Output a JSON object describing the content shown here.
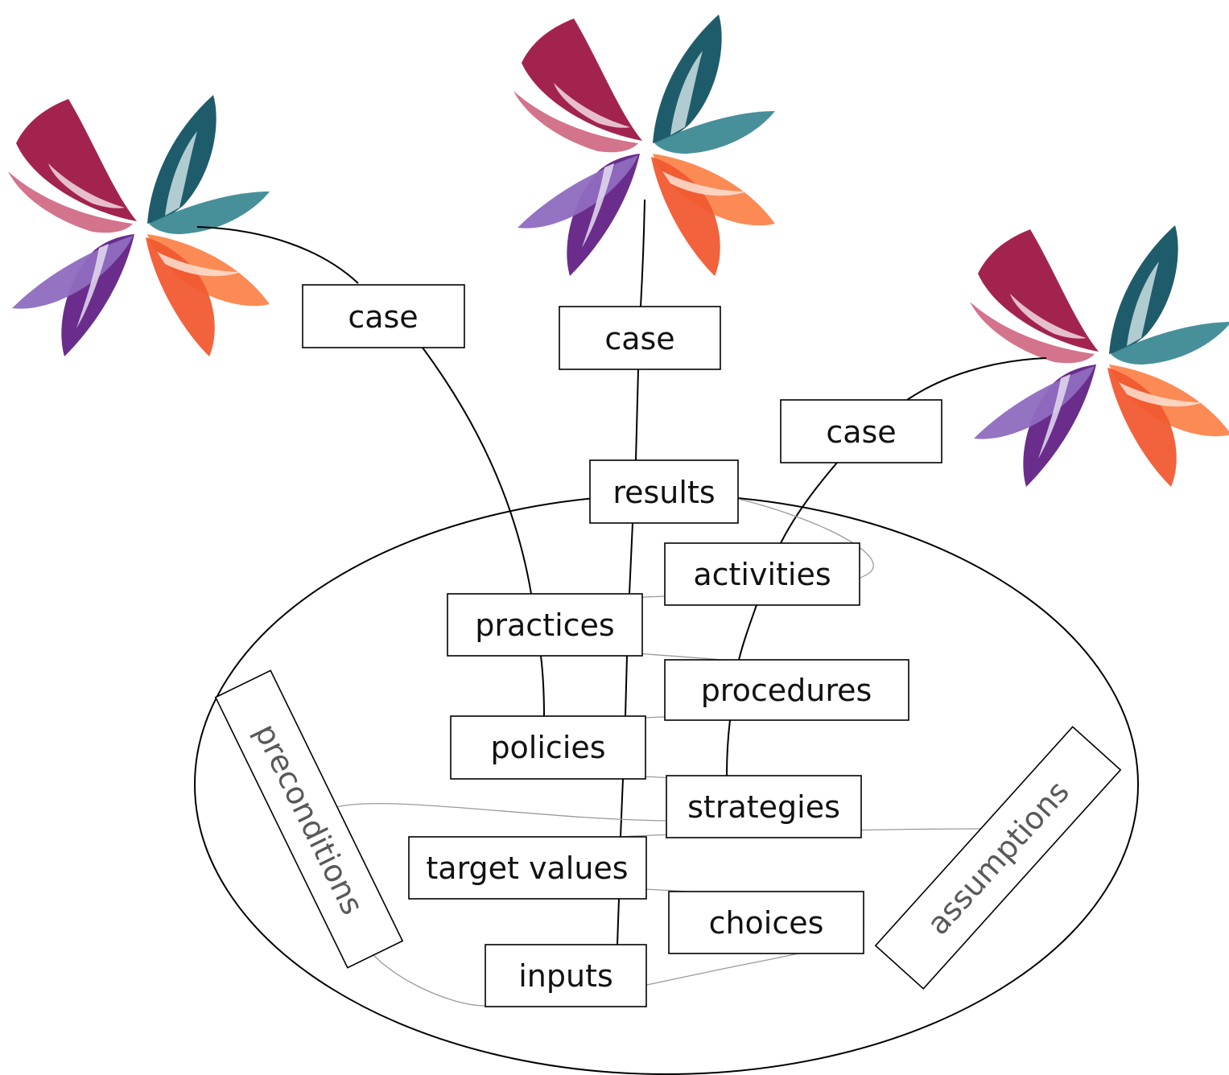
{
  "nodes": {
    "case_left": "case",
    "case_center": "case",
    "case_right": "case",
    "results": "results",
    "activities": "activities",
    "practices": "practices",
    "procedures": "procedures",
    "policies": "policies",
    "strategies": "strategies",
    "target_values": "target values",
    "choices": "choices",
    "inputs": "inputs",
    "preconditions": "preconditions",
    "assumptions": "assumptions"
  },
  "colors": {
    "crimson": "#a3234f",
    "rose": "#d26b86",
    "teal": "#1f5c6b",
    "teal_light": "#3d8a95",
    "purple": "#6a2d8c",
    "lavender": "#8f6cc0",
    "orange": "#f15a32",
    "orange_light": "#fb8a55"
  },
  "icons": [
    "flower-logo-icon"
  ]
}
